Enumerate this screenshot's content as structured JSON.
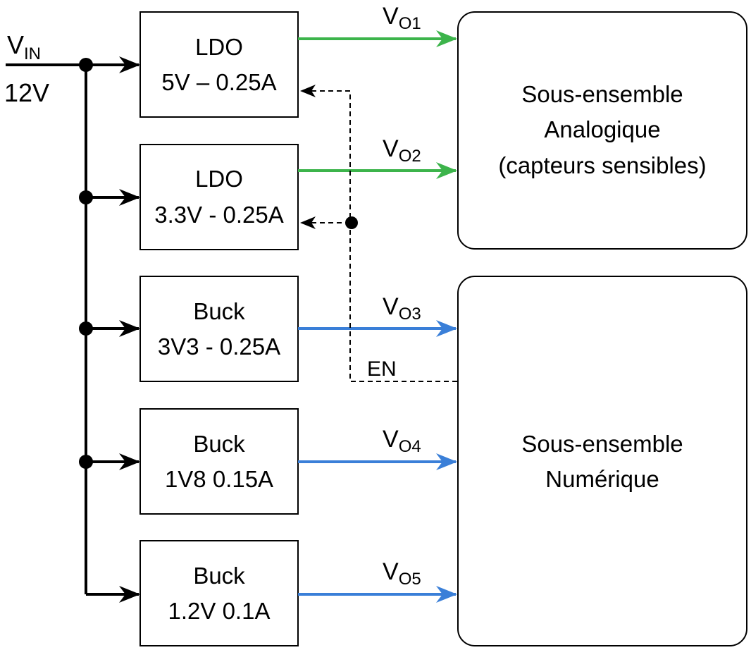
{
  "input": {
    "symbol_main": "V",
    "symbol_sub": "IN",
    "value": "12V"
  },
  "regulators": [
    {
      "title": "LDO",
      "rating": "5V – 0.25A",
      "output_main": "V",
      "output_sub": "O1"
    },
    {
      "title": "LDO",
      "rating": "3.3V - 0.25A",
      "output_main": "V",
      "output_sub": "O2"
    },
    {
      "title": "Buck",
      "rating": "3V3 - 0.25A",
      "output_main": "V",
      "output_sub": "O3"
    },
    {
      "title": "Buck",
      "rating": "1V8 0.15A",
      "output_main": "V",
      "output_sub": "O4"
    },
    {
      "title": "Buck",
      "rating": "1.2V 0.1A",
      "output_main": "V",
      "output_sub": "O5"
    }
  ],
  "subsystems": {
    "analog": {
      "line1": "Sous-ensemble",
      "line2": "Analogique",
      "line3": "(capteurs sensibles)"
    },
    "digital": {
      "line1": "Sous-ensemble",
      "line2": "Numérique"
    }
  },
  "enable_label": "EN",
  "colors": {
    "ldo_output": "#3cb44b",
    "buck_output": "#3a7fd8",
    "wire": "#000000"
  }
}
